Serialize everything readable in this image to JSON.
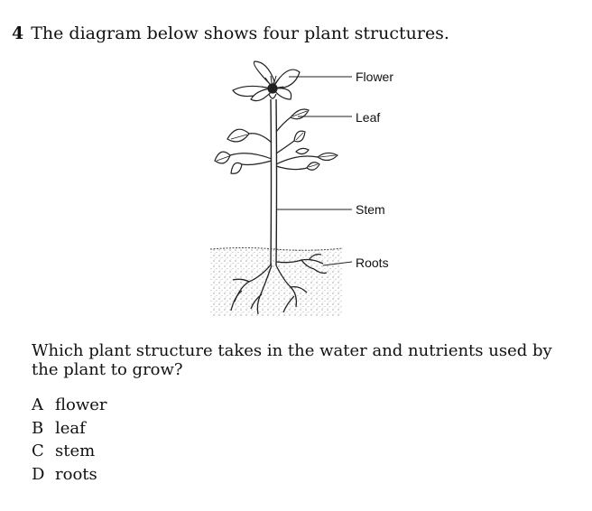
{
  "question": {
    "number": "4",
    "intro": "The diagram below shows four plant structures.",
    "text": "Which plant structure takes in the water and nutrients used by the plant to grow?"
  },
  "diagram": {
    "labels": {
      "flower": "Flower",
      "leaf": "Leaf",
      "stem": "Stem",
      "roots": "Roots"
    }
  },
  "choices": [
    {
      "letter": "A",
      "text": "flower"
    },
    {
      "letter": "B",
      "text": "leaf"
    },
    {
      "letter": "C",
      "text": "stem"
    },
    {
      "letter": "D",
      "text": "roots"
    }
  ]
}
